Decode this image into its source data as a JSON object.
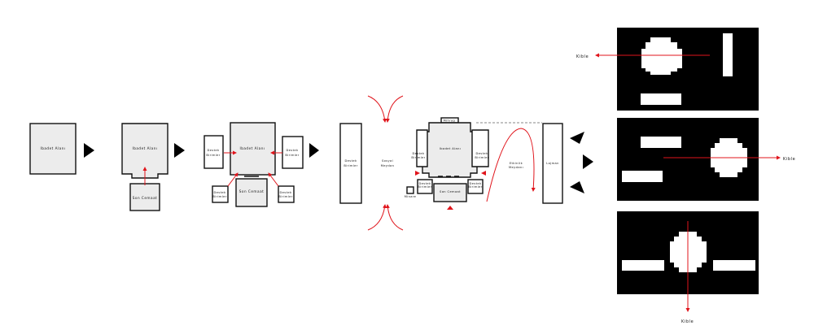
{
  "labels": {
    "ibadet_alani": "Ibadet Alanı",
    "son_cemaat": "Son Cemaat",
    "destek_birimler_1": "Destek",
    "destek_birimler_2": "Birimler",
    "sosyal_1": "Sosyal",
    "sosyal_2": "Meydan",
    "mihrap": "Mihrap",
    "minare": "Minare",
    "etkinlik_1": "Etkinlik",
    "etkinlik_2": "Meydanı",
    "lojman": "Lojman",
    "kible": "Kible"
  },
  "colors": {
    "arrow_red": "#e0141b",
    "fill_gray": "#ececec",
    "panel_black": "#000000",
    "stroke": "#111111"
  }
}
